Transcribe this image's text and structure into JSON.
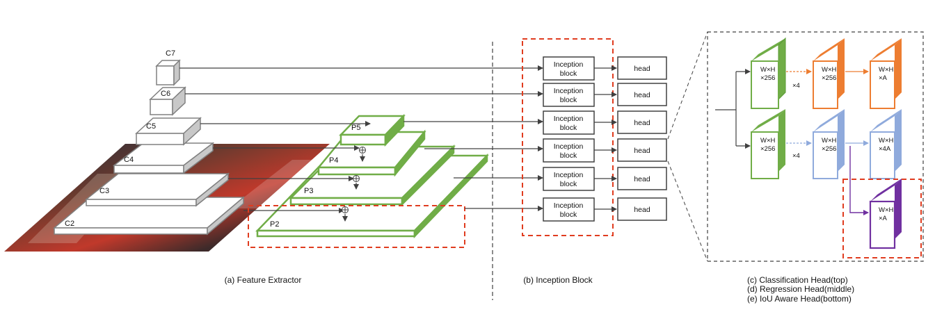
{
  "feature_extractor": {
    "levels": [
      "C7",
      "C6",
      "C5",
      "C4",
      "C3",
      "C2"
    ],
    "pyramid": [
      "P5",
      "P4",
      "P3",
      "P2"
    ],
    "caption": "(a) Feature Extractor"
  },
  "inception": {
    "block_line1": "Inception",
    "block_line2": "block",
    "head_label": "head",
    "caption": "(b) Inception Block"
  },
  "heads": {
    "whx256_line1": "W×H",
    "whx256_line2": "×256",
    "wha_line2": "×A",
    "wh4a_line2": "×4A",
    "times4": "×4",
    "caption_c": "(c) Classification Head(top)",
    "caption_d": "(d) Regression Head(middle)",
    "caption_e": "(e) IoU Aware Head(bottom)"
  },
  "colors": {
    "gray": "#808080",
    "green": "#70ad47",
    "orange": "#ed7d31",
    "blue": "#8faadc",
    "purple": "#7030a0",
    "red_dash": "#e03c1f",
    "arrow": "#404040"
  }
}
